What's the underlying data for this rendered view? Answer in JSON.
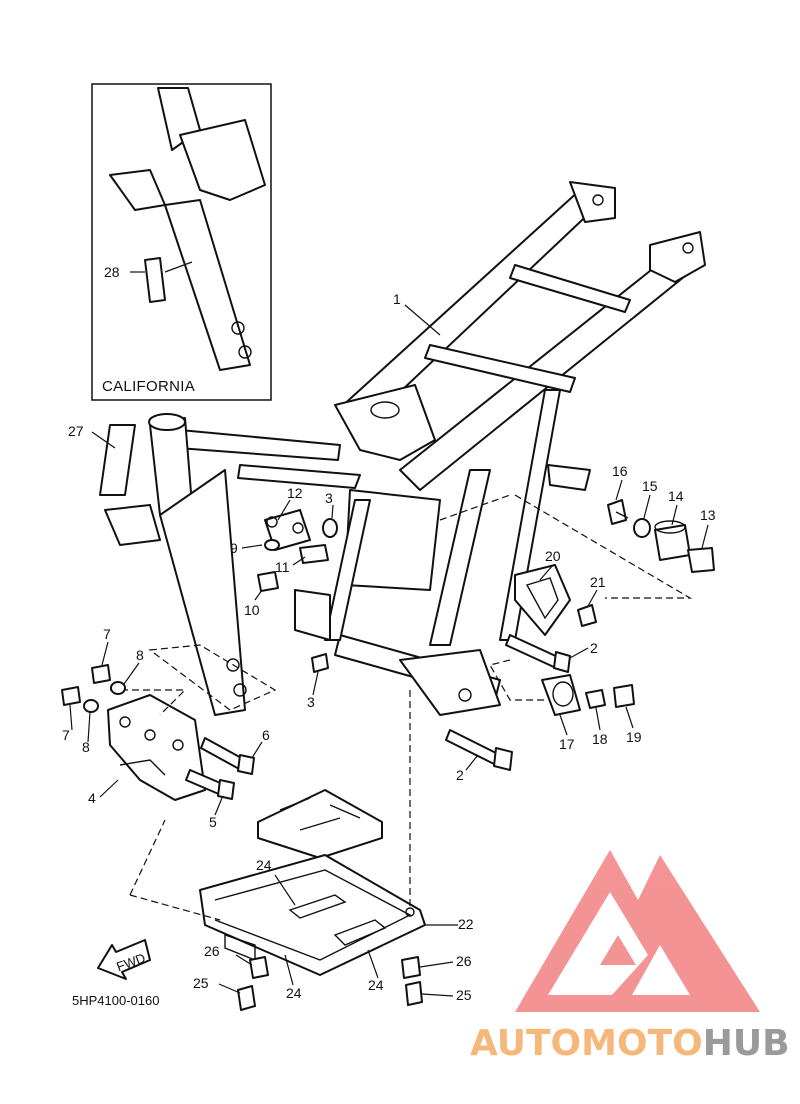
{
  "inset": {
    "label": "CALIFORNIA",
    "callout": "28"
  },
  "callouts": {
    "c1": "1",
    "c2a": "2",
    "c2b": "2",
    "c3a": "3",
    "c3b": "3",
    "c4": "4",
    "c5": "5",
    "c6": "6",
    "c7a": "7",
    "c7b": "7",
    "c8a": "8",
    "c8b": "8",
    "c9": "9",
    "c10": "10",
    "c11": "11",
    "c12": "12",
    "c13": "13",
    "c14": "14",
    "c15": "15",
    "c16": "16",
    "c17": "17",
    "c18": "18",
    "c19": "19",
    "c20": "20",
    "c21": "21",
    "c22": "22",
    "c24a": "24",
    "c24b": "24",
    "c24c": "24",
    "c25a": "25",
    "c25b": "25",
    "c26a": "26",
    "c26b": "26",
    "c27": "27"
  },
  "fwd_label": "FWD",
  "diagram_code": "5HP4100-0160",
  "watermark": {
    "part1": "AUTOMOTO",
    "part2": "HUB",
    "color1": "#f5b87a",
    "color2": "#9a9a9a",
    "logo_color": "#f07070"
  }
}
